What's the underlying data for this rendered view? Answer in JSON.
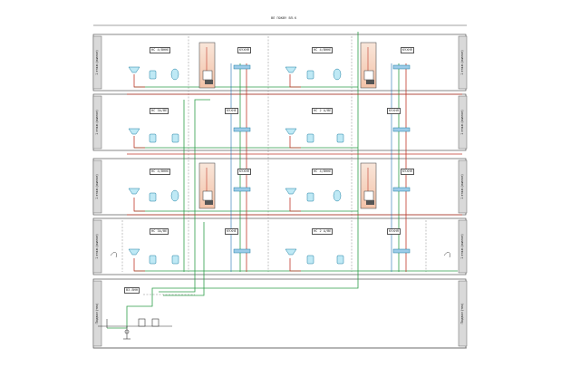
{
  "diagram": {
    "title": "ВЛ ПОКВУ ВЛ.К",
    "floors": [
      {
        "id": "f1",
        "left_label": "1 этаж (жилое)",
        "right_label": "1 этаж (жилое)",
        "rooms": [
          "НС 4/ВННЕ",
          "КУХНЯ",
          "НС 4/ВННЕ",
          "КУХНЯ"
        ]
      },
      {
        "id": "f2",
        "left_label": "1 этаж (жилое)",
        "right_label": "1 этаж (жилое)",
        "rooms": [
          "НС ЗА/ВЕ",
          "КУХНЕ",
          "НС 2 А/ВЕ",
          "КУХНЯ"
        ]
      },
      {
        "id": "f3",
        "left_label": "1 этаж (жилое)",
        "right_label": "1 этаж (жилое)",
        "rooms": [
          "НС 4/ВННЕ",
          "КУХНЯ",
          "НС 4/ВННЕ",
          "КУХНЯ"
        ]
      },
      {
        "id": "f4",
        "left_label": "1 этаж (жилое)",
        "right_label": "1 этаж (жилое)",
        "rooms": [
          "НС ЗА/ВЕ",
          "КУХНЕ",
          "НС 2 А/ВЕ",
          "КУХНЯ"
        ]
      },
      {
        "id": "f5",
        "left_label": "Подвал (тех)",
        "right_label": "Подвал (тех)",
        "rooms": [
          "ВЗ-ВНН"
        ]
      }
    ],
    "colors": {
      "hot_water": "#c0392b",
      "cold_water": "#2e9e4a",
      "return": "#1f6fb2",
      "boiler_fill": "#f6d3c2",
      "fixture": "#2aa6c9"
    }
  }
}
